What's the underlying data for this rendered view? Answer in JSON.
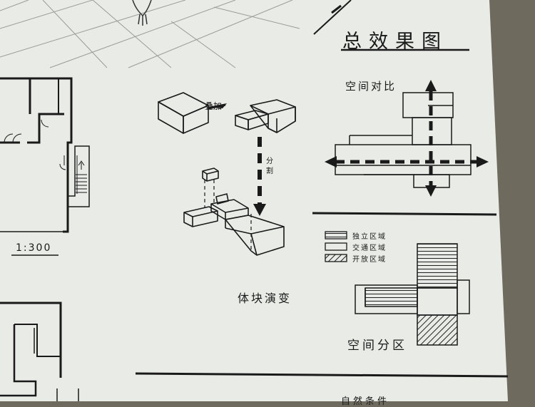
{
  "page": {
    "title": "总效果图",
    "spatial_contrast": "空间对比",
    "spatial_zoning": "空间分区",
    "massing_evolution": "体块演变",
    "overlay": "叠加",
    "split": "分割",
    "scale": "1:300",
    "next_section_title": "自然条件"
  },
  "legend": {
    "items": [
      {
        "label": "独立区域",
        "pattern": "horizontal-hatch"
      },
      {
        "label": "交通区域",
        "pattern": "blank"
      },
      {
        "label": "开放区域",
        "pattern": "diagonal-hatch"
      }
    ]
  },
  "colors": {
    "paper": "#e9ebe6",
    "ink": "#1a1a1a",
    "wall": "#6e6a5e"
  }
}
